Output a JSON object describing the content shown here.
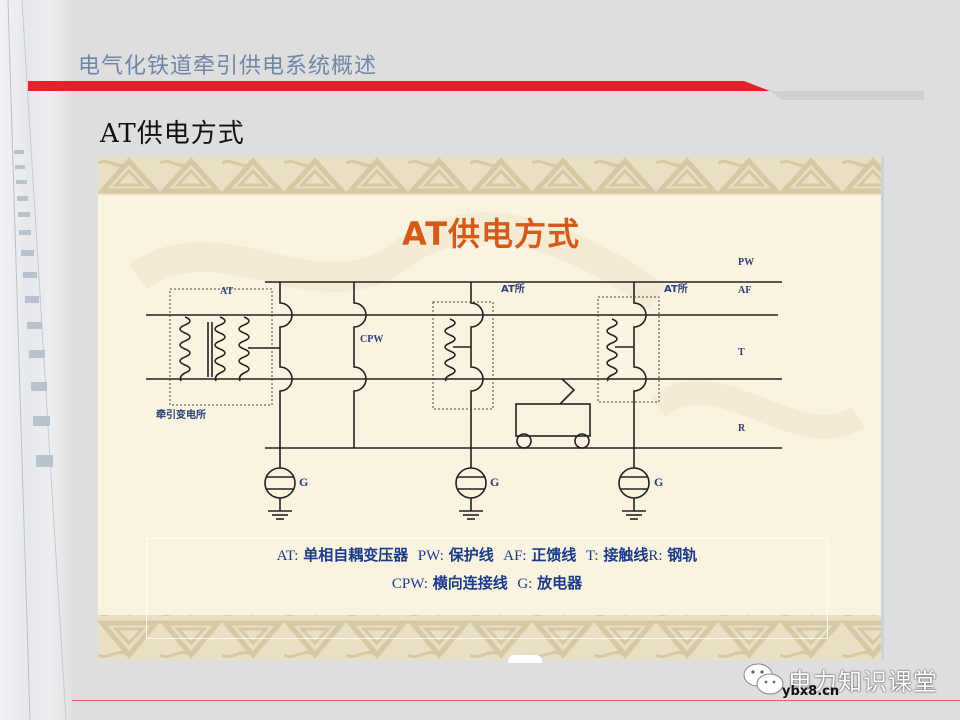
{
  "slide": {
    "section_title": "电气化铁道牵引供电系统概述",
    "subtitle": "AT供电方式"
  },
  "diagram": {
    "title": "AT供电方式",
    "labels": {
      "at_substation_transformer": "AT",
      "traction_substation": "牵引变电所",
      "cpw": "CPW",
      "at_post_1": "AT所",
      "at_post_2": "AT所",
      "pw": "PW",
      "af": "AF",
      "t": "T",
      "r": "R",
      "g1": "G",
      "g2": "G",
      "g3": "G"
    },
    "legend": {
      "line1": [
        {
          "key": "AT:",
          "value": "单相自耦变压器"
        },
        {
          "key": "PW:",
          "value": "保护线"
        },
        {
          "key": "AF:",
          "value": "正馈线"
        },
        {
          "key": "T:",
          "value": "接触线"
        },
        {
          "key": "R:",
          "value": "钢轨"
        }
      ],
      "line2": [
        {
          "key": "CPW:",
          "value": "横向连接线"
        },
        {
          "key": "G:",
          "value": "放电器"
        }
      ]
    },
    "colors": {
      "title": "#d55a1a",
      "label": "#2a3e7a",
      "line": "#222222",
      "background": "#faf3e0"
    }
  },
  "watermark": {
    "icon": "wechat-icon",
    "name": "电力知识课堂",
    "url": "ybx8.cn"
  },
  "colors": {
    "accent_red": "#e3232c",
    "section_title": "#6f86a6",
    "background": "#dedede"
  }
}
